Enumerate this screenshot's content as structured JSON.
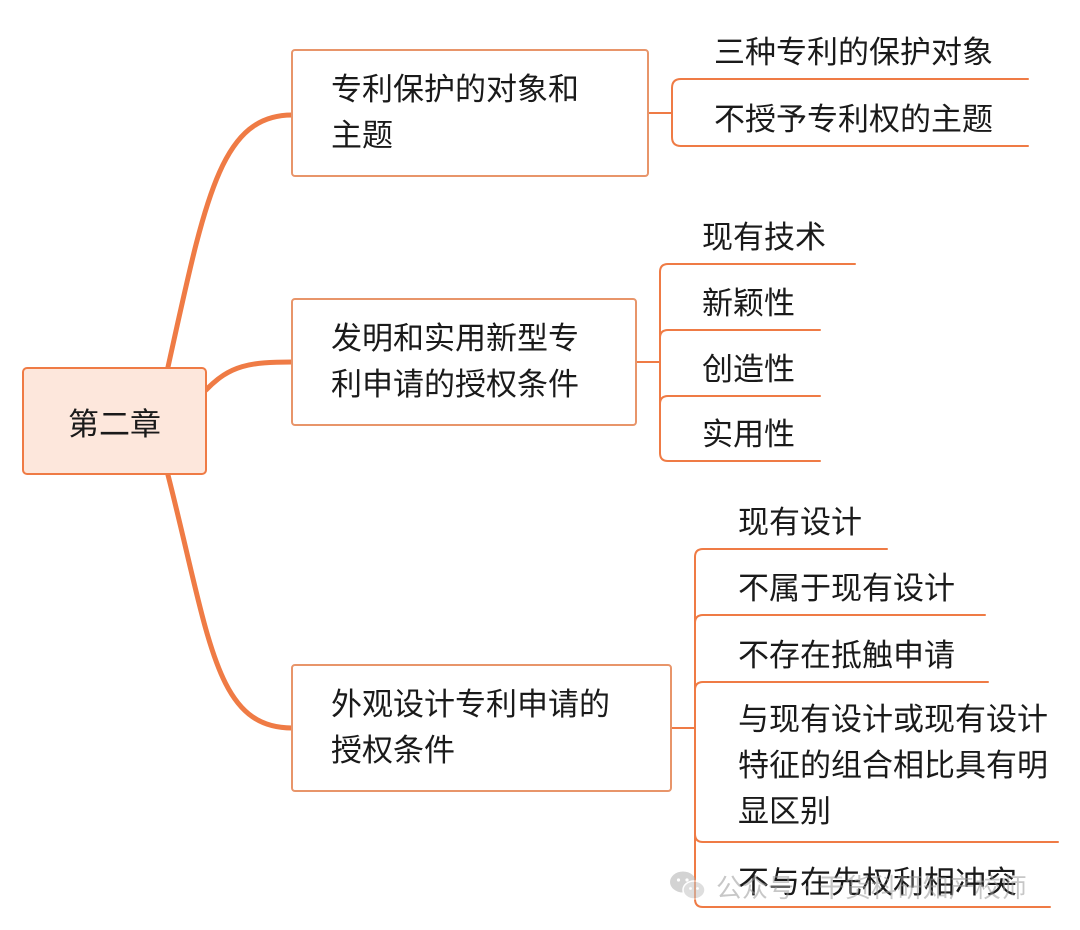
{
  "root": {
    "label": "第二章"
  },
  "branches": [
    {
      "lines": [
        "专利保护的对象和",
        "主题"
      ],
      "children": [
        "三种专利的保护对象",
        "不授予专利权的主题"
      ]
    },
    {
      "lines": [
        "发明和实用新型专",
        "利申请的授权条件"
      ],
      "children": [
        "现有技术",
        "新颖性",
        "创造性",
        "实用性"
      ]
    },
    {
      "lines": [
        "外观设计专利申请的",
        "授权条件"
      ],
      "children": [
        "现有设计",
        "不属于现有设计",
        "不存在抵触申请",
        "与现有设计或现有设计特征的组合相比具有明显区别",
        "不与在先权利相冲突"
      ]
    }
  ],
  "watermark": {
    "text": "公众号 · 干货科研知产校师"
  },
  "colors": {
    "line": "#ef7b45",
    "border": "#e8956a",
    "root_fill": "#fde7dc"
  }
}
